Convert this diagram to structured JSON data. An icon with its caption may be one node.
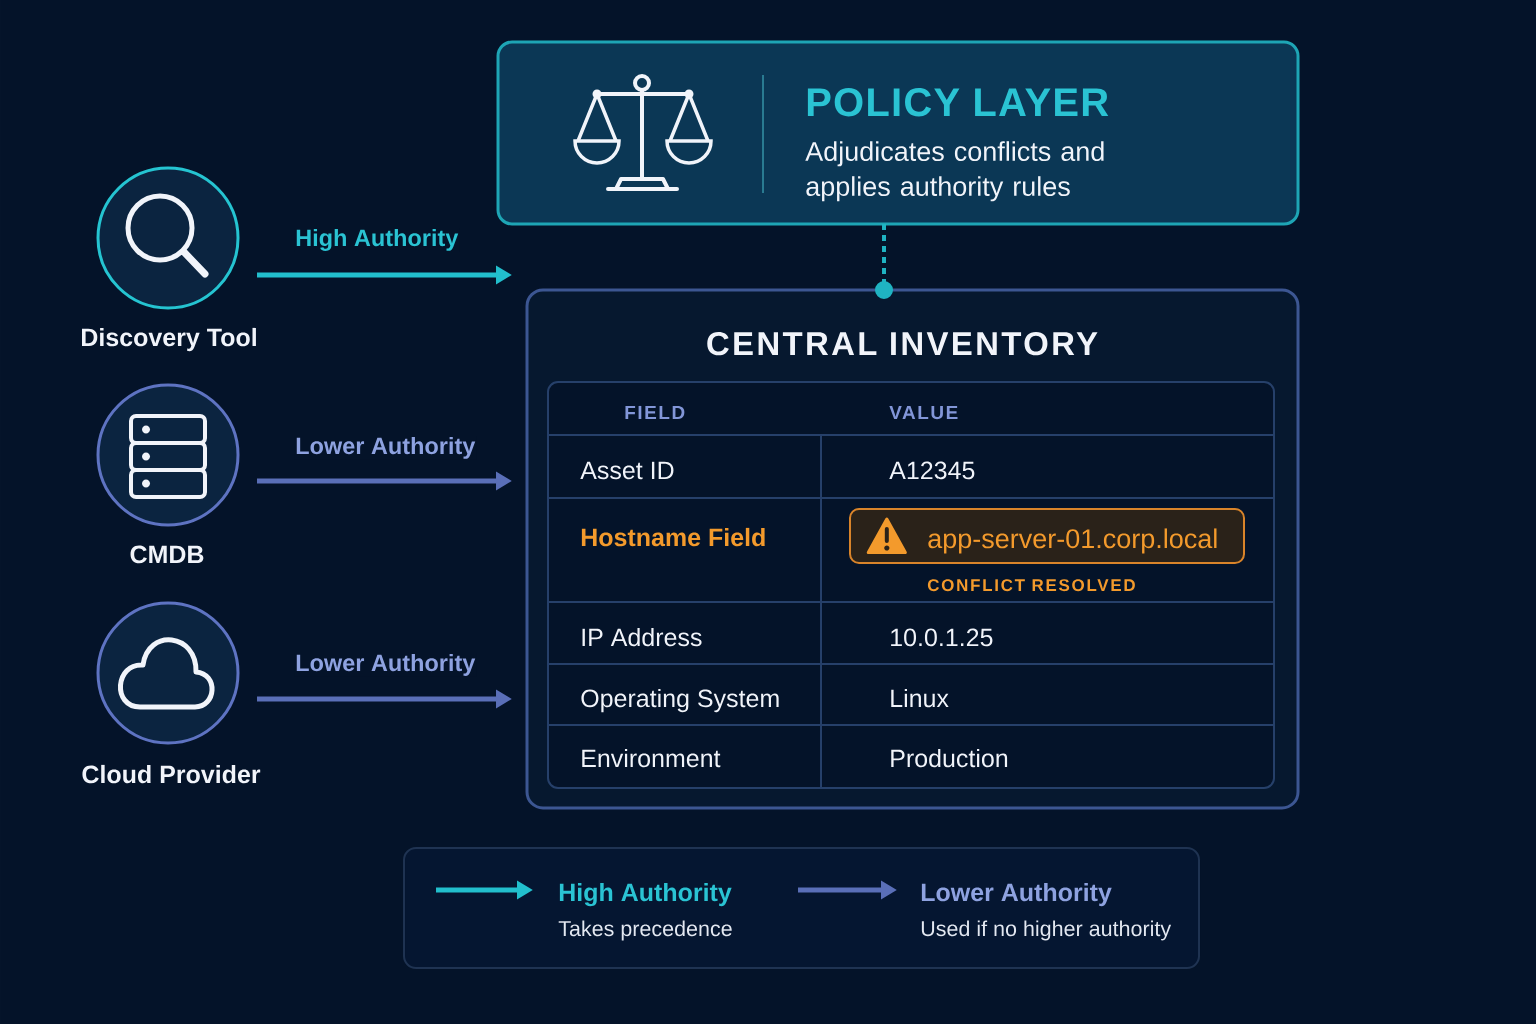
{
  "diagram": {
    "nodes": [
      {
        "text": [
          "POLICY LAYER",
          "Adjudicates conflicts and applies authority rules"
        ]
      },
      {
        "text": [
          "Discovery Tool"
        ]
      },
      {
        "text": [
          "CMDB"
        ]
      },
      {
        "text": [
          "Cloud Provider"
        ]
      },
      {
        "text": [
          "CENTRAL INVENTORY"
        ]
      },
      {
        "text": [
          "app-server-01.corp.local"
        ],
        "in": 4,
        "beside": [
          "CONFLICT RESOLVED"
        ]
      }
    ],
    "edges": [
      {
        "from": 0,
        "to": 4,
        "arrow": "other",
        "style": "dashed",
        "color": "#1fb3c2"
      },
      {
        "from": 1,
        "to": 4,
        "arrow": "to",
        "label": "High Authority",
        "color": "#22bfcd"
      },
      {
        "from": 2,
        "to": 4,
        "arrow": "to",
        "label": "Lower Authority",
        "color": "#5a6fb8"
      },
      {
        "from": 3,
        "to": 4,
        "arrow": "to",
        "label": "Lower Authority",
        "color": "#5a6fb8"
      }
    ],
    "labels": [
      "FIELD",
      "VALUE",
      "Asset ID",
      "A12345",
      "Hostname Field",
      "IP Address",
      "10.0.1.25",
      "Operating System",
      "Linux",
      "Environment",
      "Production",
      "Takes precedence",
      "Used if no higher authority"
    ],
    "legend": [
      {
        "text": "High Authority"
      },
      {
        "text": "Lower Authority"
      }
    ]
  }
}
